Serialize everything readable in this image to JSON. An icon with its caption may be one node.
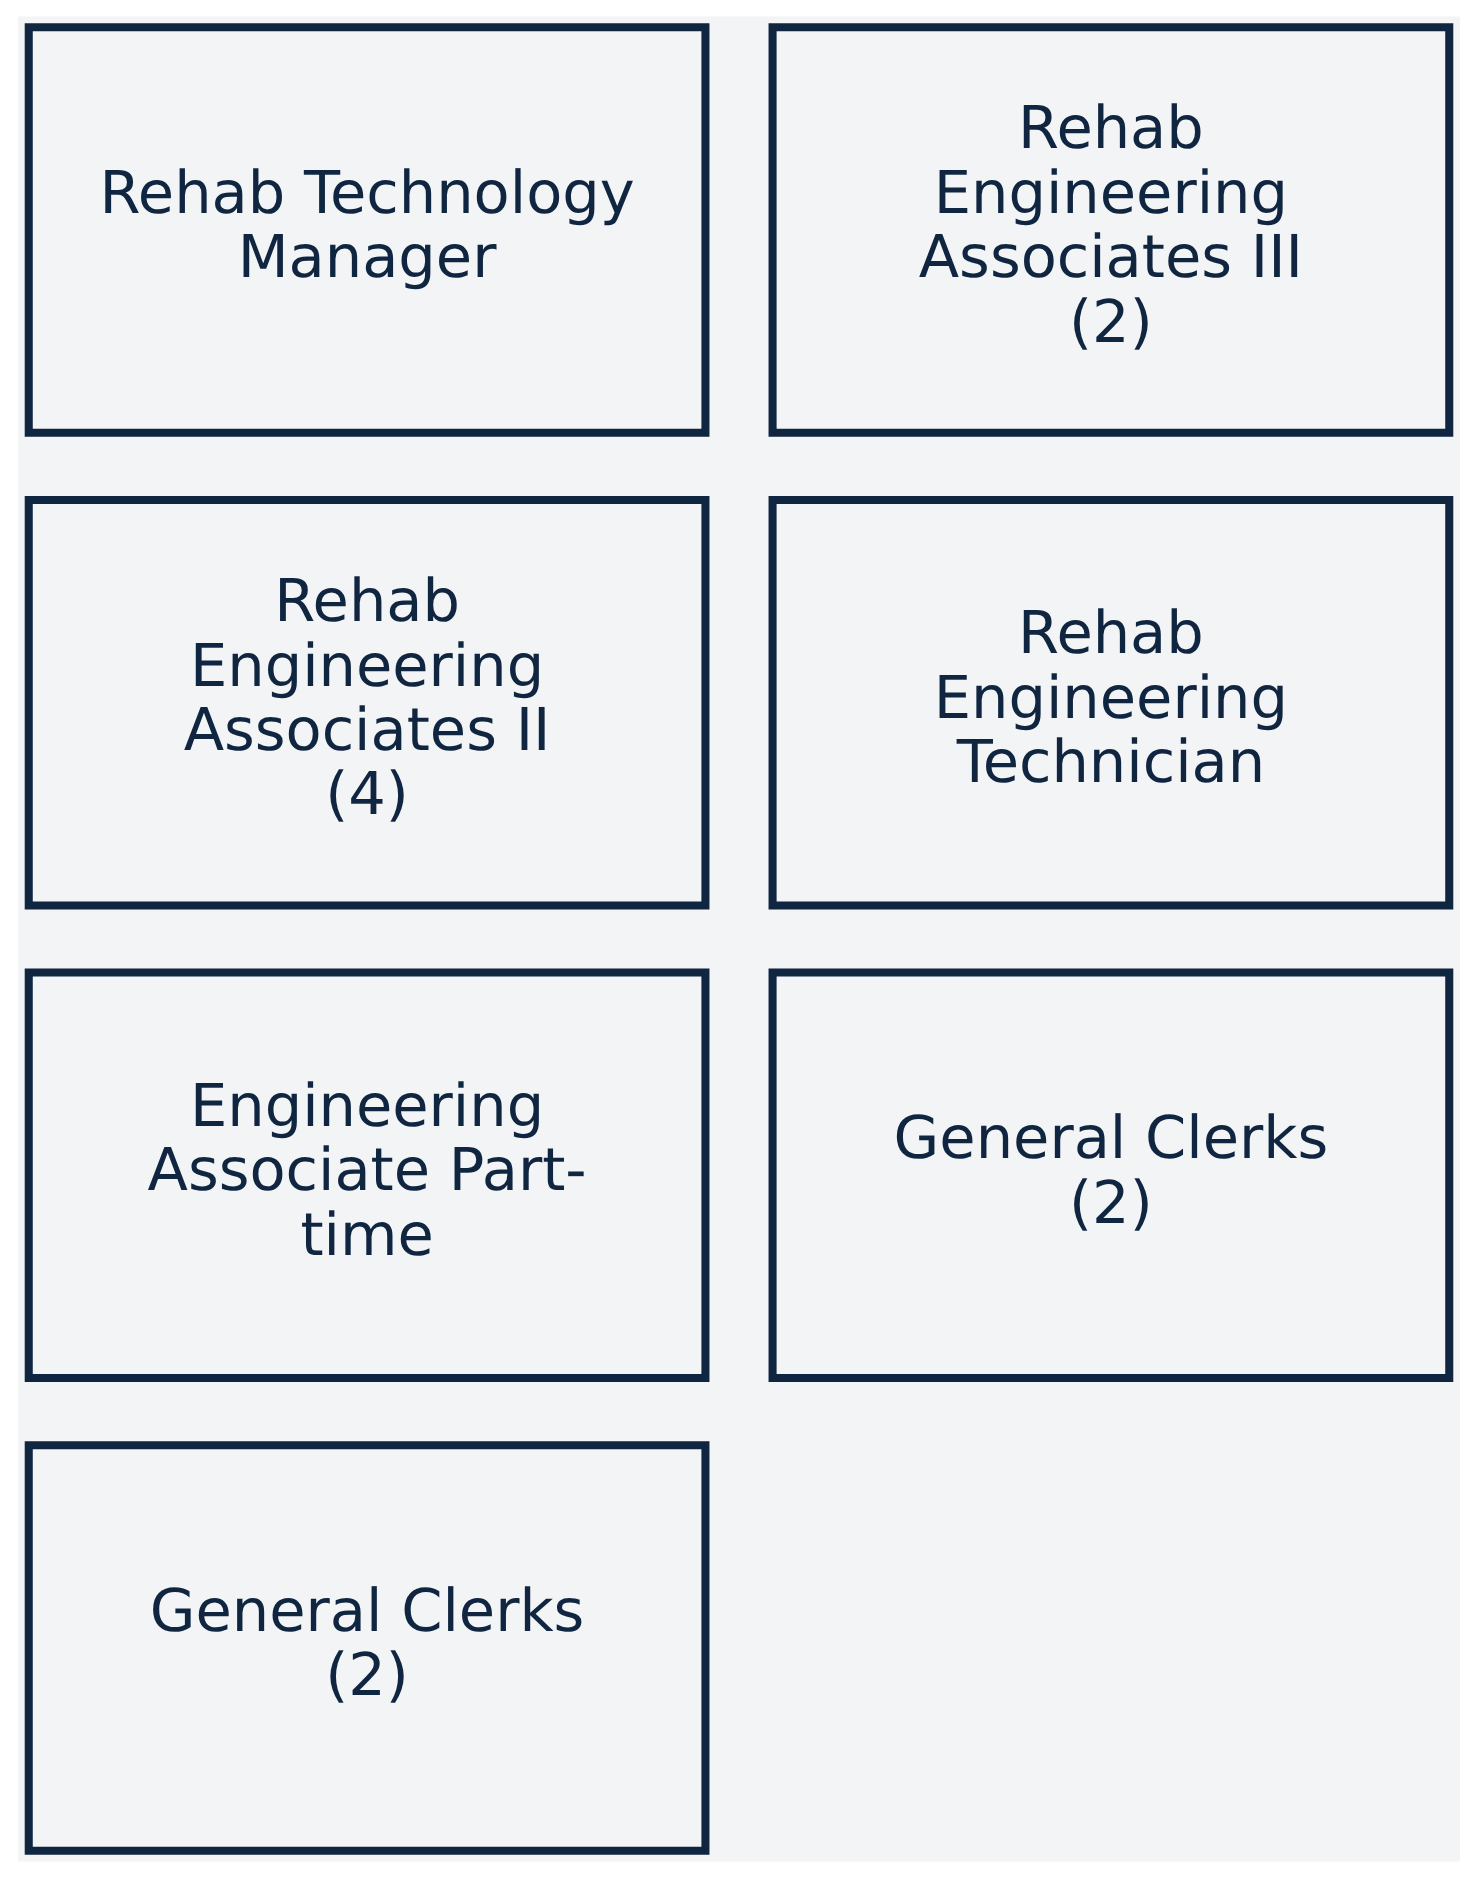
{
  "diagram": {
    "nodes": [
      {
        "text": [
          "Rehab Technology Manager"
        ]
      },
      {
        "text": [
          "Rehab Engineering Associates III (2)"
        ]
      },
      {
        "text": [
          "Rehab Engineering Associates II (4)"
        ]
      },
      {
        "text": [
          "Rehab Engineering Technician"
        ]
      },
      {
        "text": [
          "Engineering Associate Part-time"
        ]
      },
      {
        "text": [
          "General Clerks (2)"
        ]
      },
      {
        "text": [
          "General Clerks (2)"
        ]
      }
    ],
    "edges": []
  }
}
